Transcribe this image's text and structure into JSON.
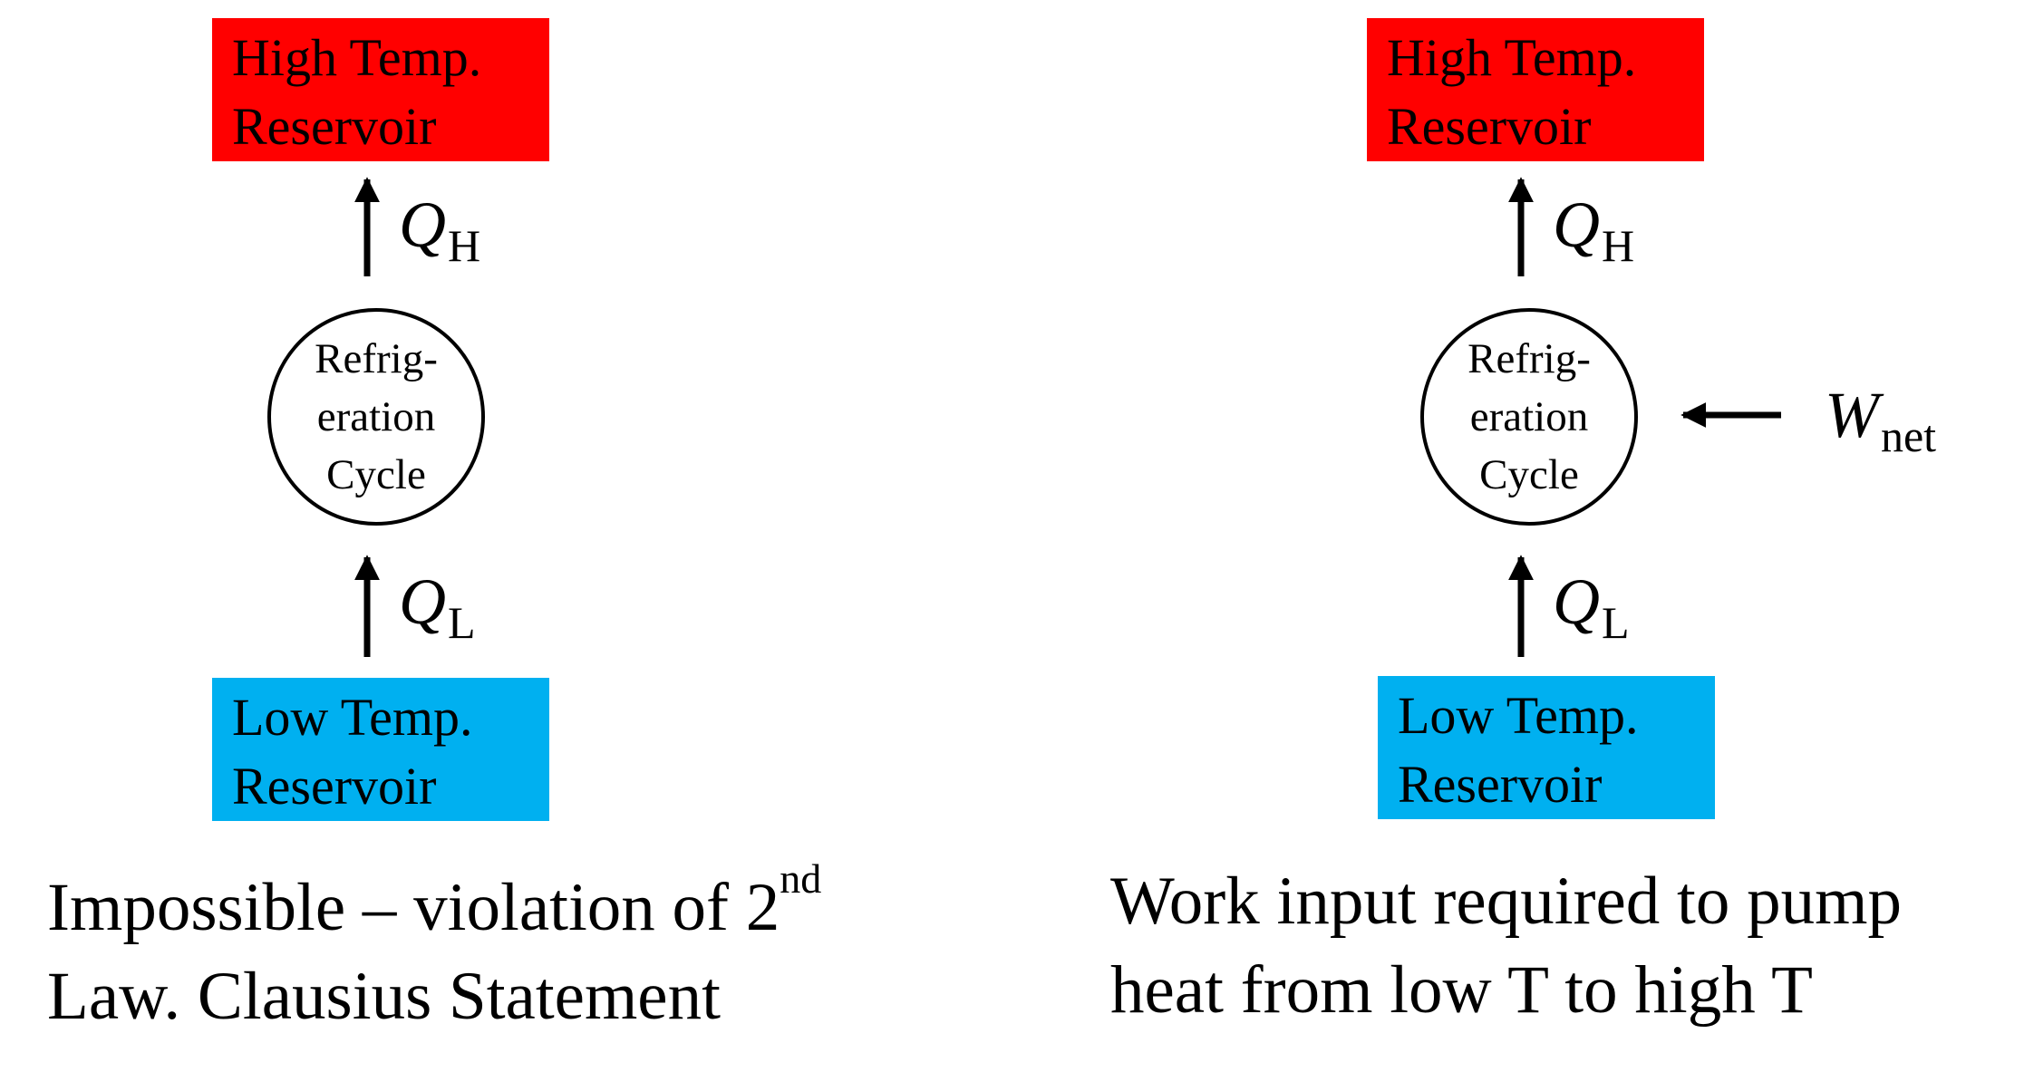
{
  "colors": {
    "high_reservoir": "#ff0000",
    "low_reservoir": "#00b0f0",
    "stroke": "#000000"
  },
  "left": {
    "high_reservoir": {
      "line1": "High Temp.",
      "line2": "Reservoir"
    },
    "heat_out": {
      "symbol": "Q",
      "subscript": "H"
    },
    "cycle": {
      "line1": "Refrig-",
      "line2": "eration",
      "line3": "Cycle"
    },
    "heat_in": {
      "symbol": "Q",
      "subscript": "L"
    },
    "low_reservoir": {
      "line1": "Low Temp.",
      "line2": "Reservoir"
    },
    "caption": {
      "line1_text": "Impossible – violation of 2",
      "line1_sup": "nd",
      "line2": "Law. Clausius Statement"
    }
  },
  "right": {
    "high_reservoir": {
      "line1": "High Temp.",
      "line2": "Reservoir"
    },
    "heat_out": {
      "symbol": "Q",
      "subscript": "H"
    },
    "cycle": {
      "line1": "Refrig-",
      "line2": "eration",
      "line3": "Cycle"
    },
    "heat_in": {
      "symbol": "Q",
      "subscript": "L"
    },
    "low_reservoir": {
      "line1": "Low Temp.",
      "line2": "Reservoir"
    },
    "work_in": {
      "symbol": "W",
      "subscript": "net"
    },
    "caption": {
      "line1": "Work input required to pump",
      "line2": "heat from low T to high T"
    }
  }
}
